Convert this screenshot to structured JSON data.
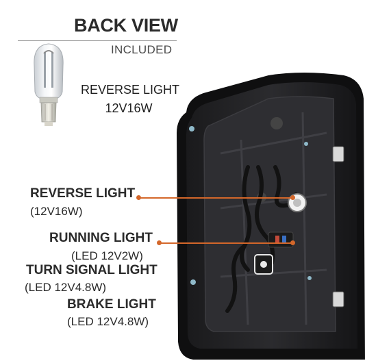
{
  "header": {
    "title": "BACK VIEW",
    "subtitle": "INCLUDED"
  },
  "bulb": {
    "name": "REVERSE LIGHT",
    "spec": "12V16W"
  },
  "callouts": [
    {
      "title": "REVERSE LIGHT",
      "spec": "(12V16W)"
    },
    {
      "title": "RUNNING LIGHT",
      "spec": "(LED 12V2W)"
    },
    {
      "title": "TURN SIGNAL LIGHT",
      "spec": "(LED 12V4.8W)"
    },
    {
      "title": "BRAKE LIGHT",
      "spec": "(LED 12V4.8W)"
    }
  ],
  "colors": {
    "accent": "#d4672a",
    "text": "#2b2b2b"
  }
}
